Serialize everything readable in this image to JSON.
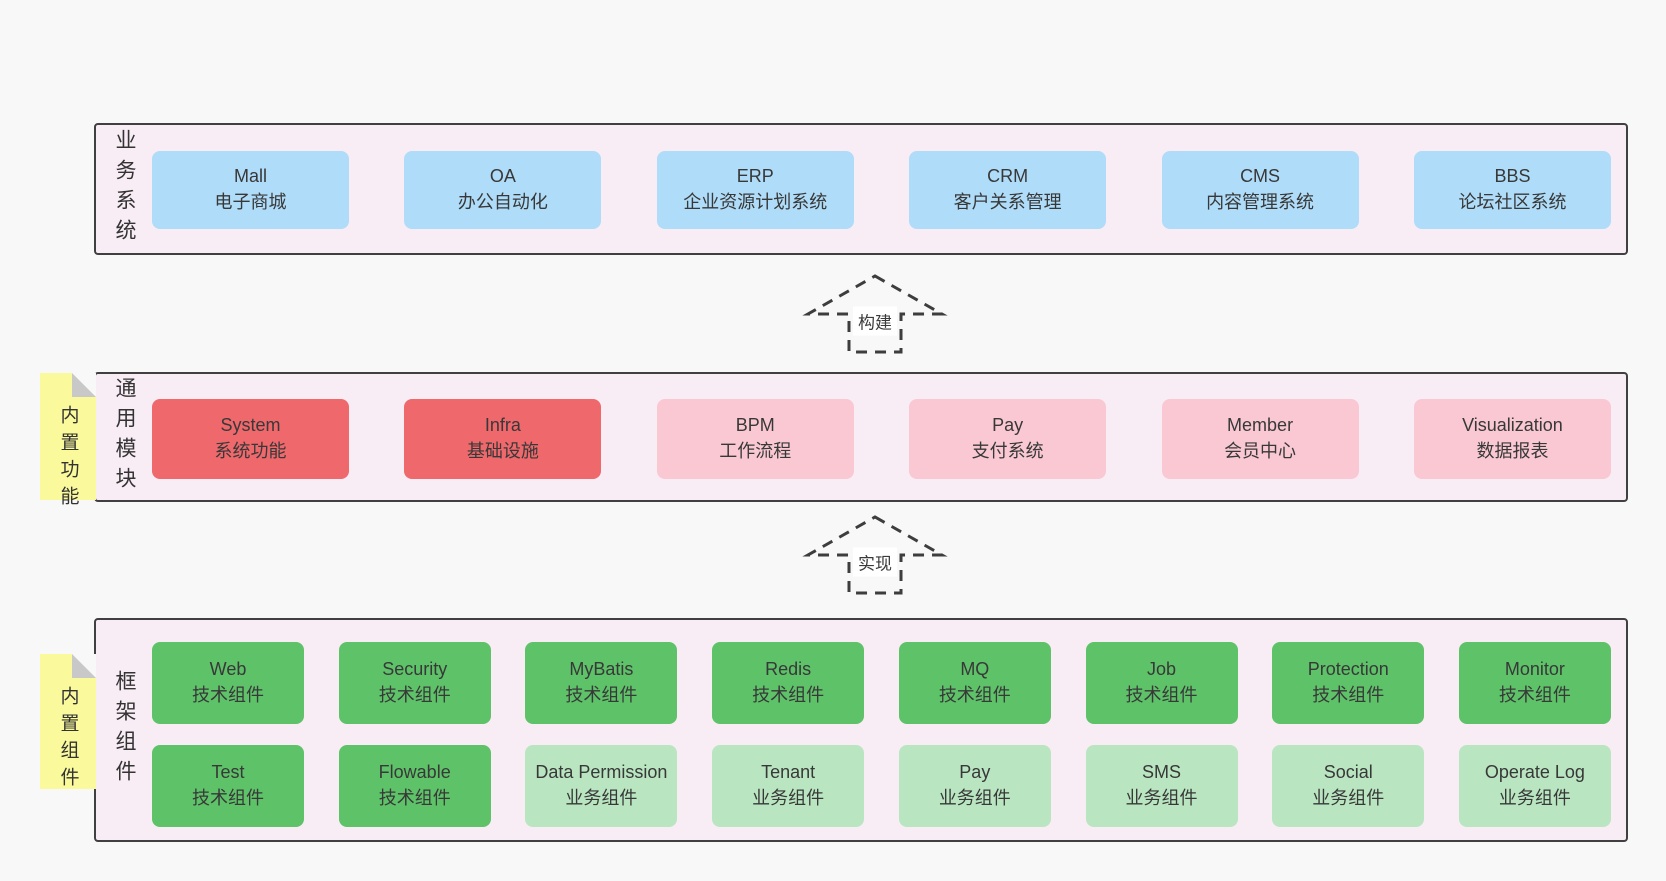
{
  "arrows": [
    {
      "label": "构建"
    },
    {
      "label": "实现"
    }
  ],
  "layers": [
    {
      "label": "业务系统",
      "rows": [
        [
          {
            "title": "Mall",
            "subtitle": "电子商城"
          },
          {
            "title": "OA",
            "subtitle": "办公自动化"
          },
          {
            "title": "ERP",
            "subtitle": "企业资源计划系统"
          },
          {
            "title": "CRM",
            "subtitle": "客户关系管理"
          },
          {
            "title": "CMS",
            "subtitle": "内容管理系统"
          },
          {
            "title": "BBS",
            "subtitle": "论坛社区系统"
          }
        ]
      ]
    },
    {
      "label": "通用模块",
      "sticky": "内置功能",
      "rows": [
        [
          {
            "title": "System",
            "subtitle": "系统功能"
          },
          {
            "title": "Infra",
            "subtitle": "基础设施"
          },
          {
            "title": "BPM",
            "subtitle": "工作流程"
          },
          {
            "title": "Pay",
            "subtitle": "支付系统"
          },
          {
            "title": "Member",
            "subtitle": "会员中心"
          },
          {
            "title": "Visualization",
            "subtitle": "数据报表"
          }
        ]
      ]
    },
    {
      "label": "框架组件",
      "sticky": "内置组件",
      "rows": [
        [
          {
            "title": "Web",
            "subtitle": "技术组件"
          },
          {
            "title": "Security",
            "subtitle": "技术组件"
          },
          {
            "title": "MyBatis",
            "subtitle": "技术组件"
          },
          {
            "title": "Redis",
            "subtitle": "技术组件"
          },
          {
            "title": "MQ",
            "subtitle": "技术组件"
          },
          {
            "title": "Job",
            "subtitle": "技术组件"
          },
          {
            "title": "Protection",
            "subtitle": "技术组件"
          },
          {
            "title": "Monitor",
            "subtitle": "技术组件"
          }
        ],
        [
          {
            "title": "Test",
            "subtitle": "技术组件"
          },
          {
            "title": "Flowable",
            "subtitle": "技术组件"
          },
          {
            "title": "Data Permission",
            "subtitle": "业务组件"
          },
          {
            "title": "Tenant",
            "subtitle": "业务组件"
          },
          {
            "title": "Pay",
            "subtitle": "业务组件"
          },
          {
            "title": "SMS",
            "subtitle": "业务组件"
          },
          {
            "title": "Social",
            "subtitle": "业务组件"
          },
          {
            "title": "Operate Log",
            "subtitle": "业务组件"
          }
        ]
      ]
    }
  ],
  "colors": {
    "page_bg": "#f8f8f8",
    "panel_bg": "#f8ecf5",
    "panel_border": "#404040",
    "blue_box": "#afdcf8",
    "red_box": "#ee686c",
    "pink_box": "#f9c8d3",
    "green_box": "#5ec269",
    "green_light_box": "#b9e6c1",
    "sticky_yellow": "#fafa9d",
    "sticky_fold": "#c8c8c8",
    "text": "#3a3a3a"
  }
}
